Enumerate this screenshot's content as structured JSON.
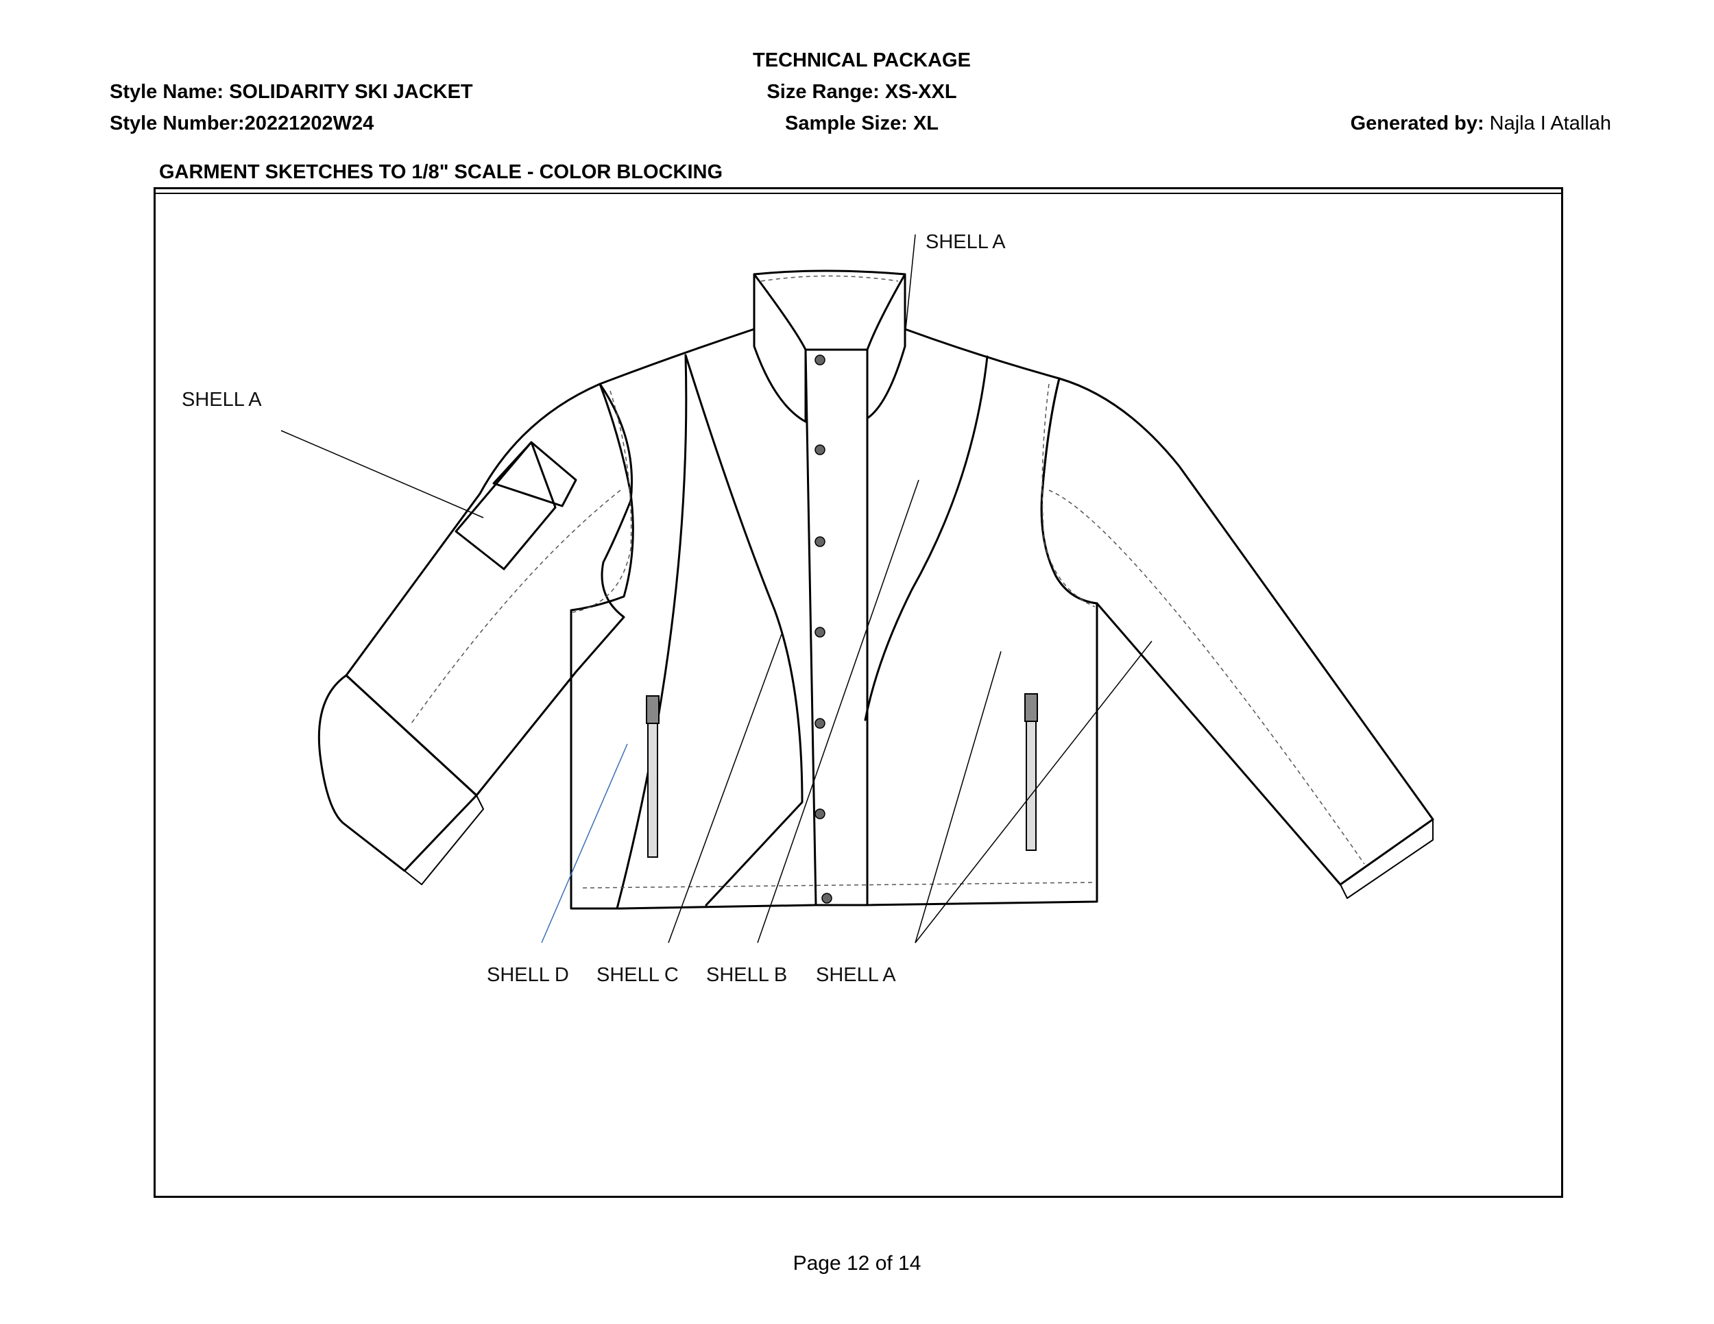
{
  "header": {
    "style_name_label": "Style Name: SOLIDARITY SKI JACKET",
    "style_number_label": "Style Number:20221202W24",
    "package_title": "TECHNICAL PACKAGE",
    "size_range": "Size Range: XS-XXL",
    "sample_size": "Sample Size: XL",
    "generated_label": "Generated by:",
    "generated_value": " Najla I Atallah"
  },
  "section": {
    "title": "GARMENT SKETCHES TO 1/8\" SCALE - COLOR BLOCKING"
  },
  "callouts": {
    "collar": "SHELL A",
    "sleeve_pocket": "SHELL A",
    "bottom": [
      "SHELL D",
      "SHELL C",
      "SHELL B",
      "SHELL A"
    ]
  },
  "colors": {
    "outline": "#000000",
    "stitch": "#555555",
    "leader_blue": "#3a6fb5"
  },
  "footer": {
    "page_text": "Page 12 of 14"
  }
}
